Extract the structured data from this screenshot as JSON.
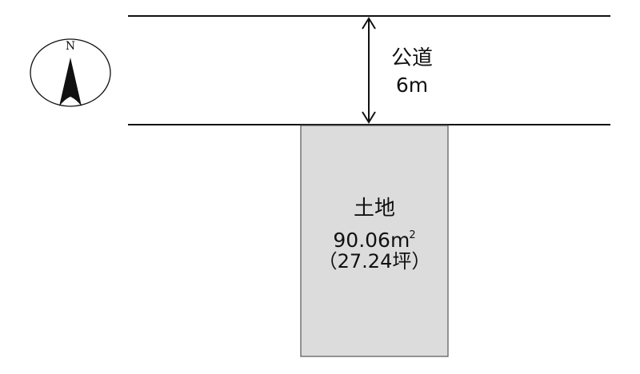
{
  "road": {
    "name": "公道",
    "width": "6m"
  },
  "lot": {
    "name": "土地",
    "area_m2_value": "90.06",
    "area_m2_unit": "m",
    "area_m2_superscript": "2",
    "area_tsubo": "（27.24坪）"
  },
  "compass": {
    "north_letter": "N"
  },
  "colors": {
    "line": "#111111",
    "lot_fill": "#dcdcdc",
    "lot_border": "#555555",
    "background": "#ffffff"
  }
}
